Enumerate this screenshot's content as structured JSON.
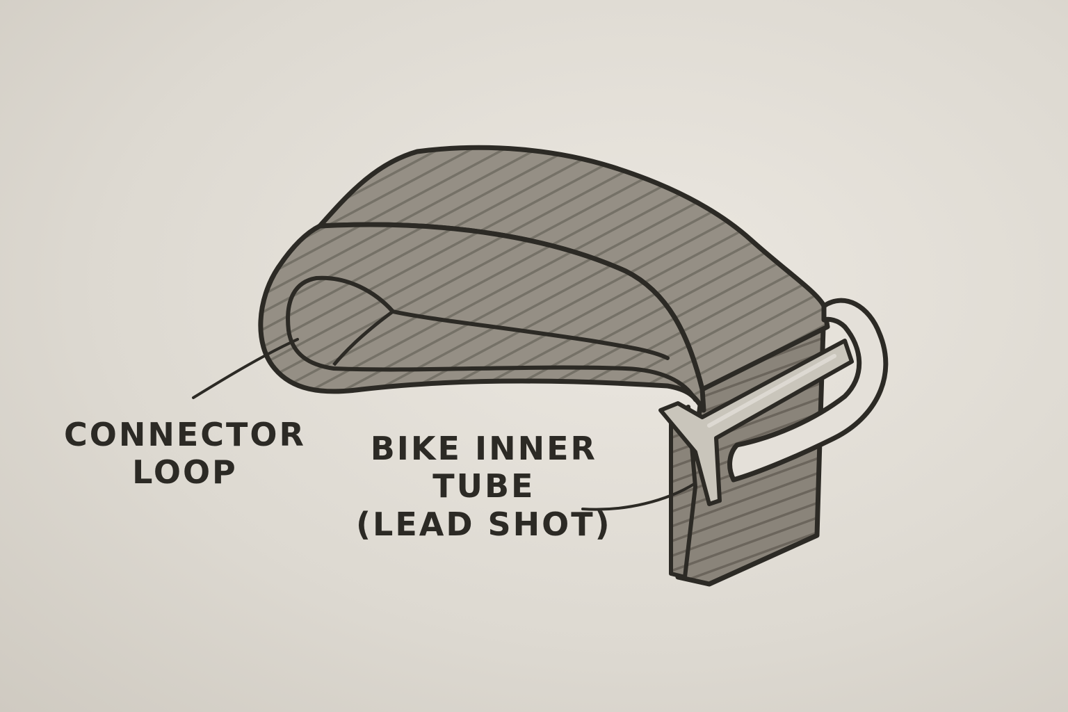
{
  "drawing": {
    "subject": "hand-drawn weighted strap made from folded bike inner tube with connector loop and buckle",
    "colors": {
      "paper": "#e3dfd8",
      "ink": "#2c2a25",
      "shading": "#8d877d",
      "shading_dark": "#6f6a61",
      "buckle": "#c9c5bb"
    }
  },
  "labels": {
    "connector_loop": {
      "lines": [
        "CONNECTOR",
        "LOOP"
      ]
    },
    "bike_inner_tube": {
      "lines": [
        "BIKE INNER",
        "TUBE",
        "(LEAD SHOT)"
      ]
    }
  }
}
